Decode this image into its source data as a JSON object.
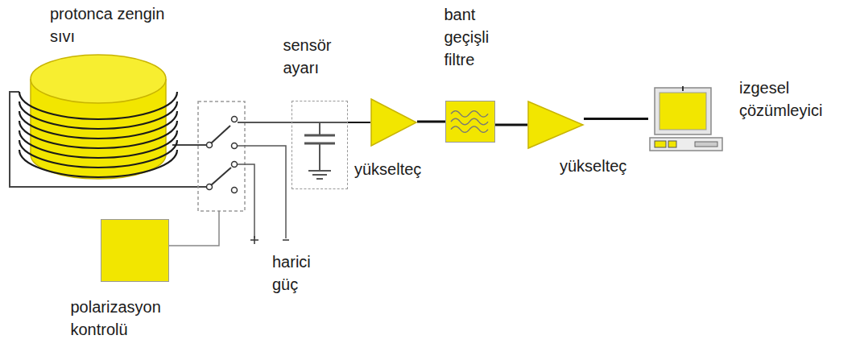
{
  "diagram": {
    "nodes": [
      {
        "text": [
          "protonca zengin sıvı"
        ]
      },
      {
        "text": [
          "sensör ayarı"
        ]
      },
      {
        "text": [
          "yükselteç"
        ]
      },
      {
        "text": [
          "bant geçişli filtre"
        ]
      },
      {
        "text": [
          "yükselteç"
        ]
      },
      {
        "text": [
          "izgesel çözümleyici"
        ]
      },
      {
        "text": [
          "polarizasyon kontrolü"
        ]
      }
    ],
    "edges": [
      {
        "from": 1,
        "to": 2,
        "arrow": "none"
      },
      {
        "from": 2,
        "to": 3,
        "arrow": "none"
      },
      {
        "from": 3,
        "to": 4,
        "arrow": "none"
      },
      {
        "from": 4,
        "to": 5,
        "arrow": "none"
      }
    ],
    "labels": [
      "harici güç"
    ]
  }
}
